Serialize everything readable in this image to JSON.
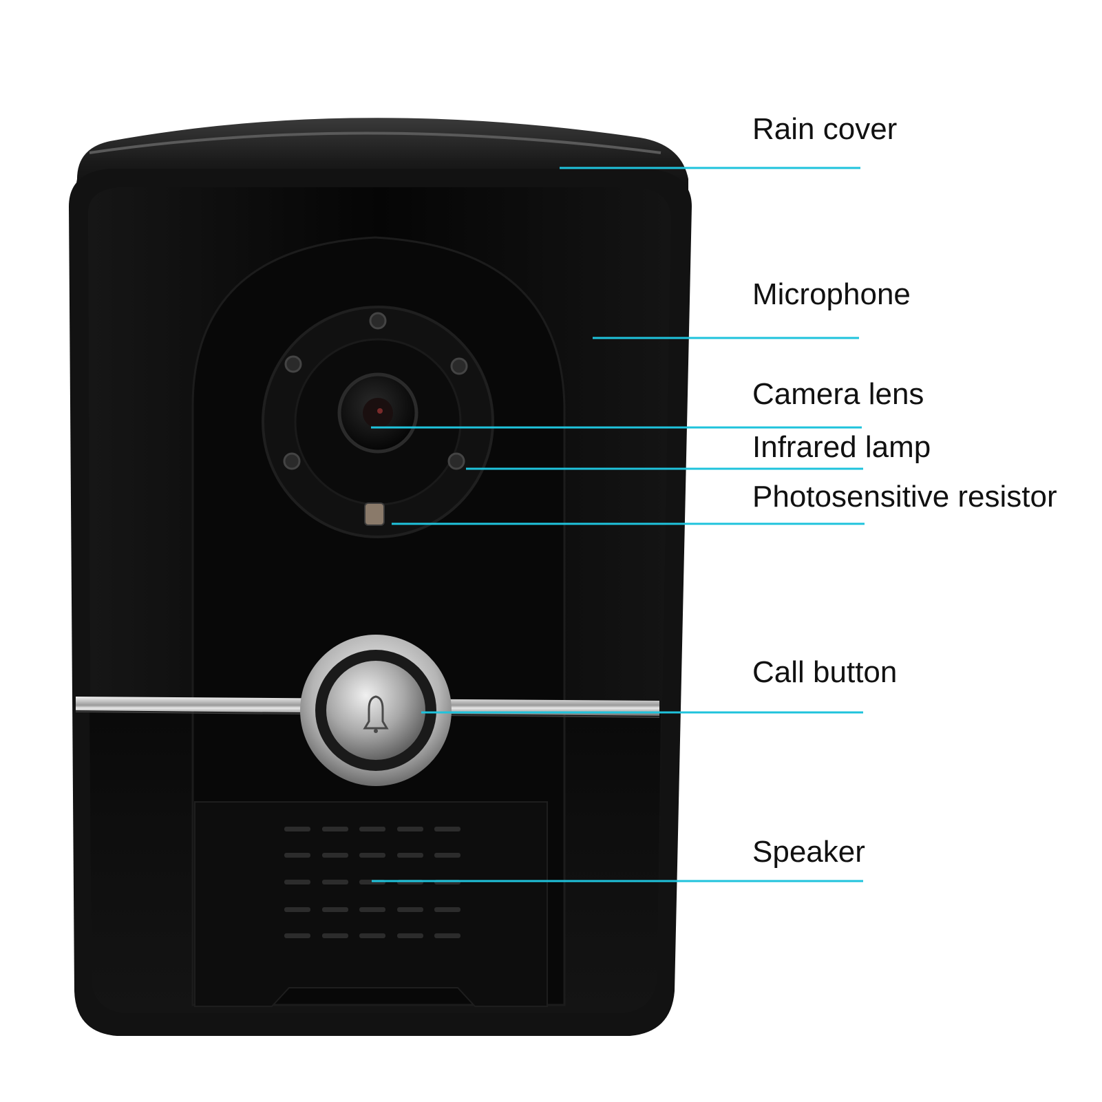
{
  "labels": {
    "rain_cover": "Rain cover",
    "microphone": "Microphone",
    "camera_lens": "Camera lens",
    "infrared_lamp": "Infrared lamp",
    "photosensitive_resistor": "Photosensitive resistor",
    "call_button": "Call button",
    "speaker": "Speaker"
  },
  "colors": {
    "leader_line": "#1fc3dc",
    "background": "#ffffff",
    "device_body": "#0d0d0d",
    "label_text": "#111111"
  },
  "icons": {
    "call_button_symbol": "bell-icon"
  }
}
